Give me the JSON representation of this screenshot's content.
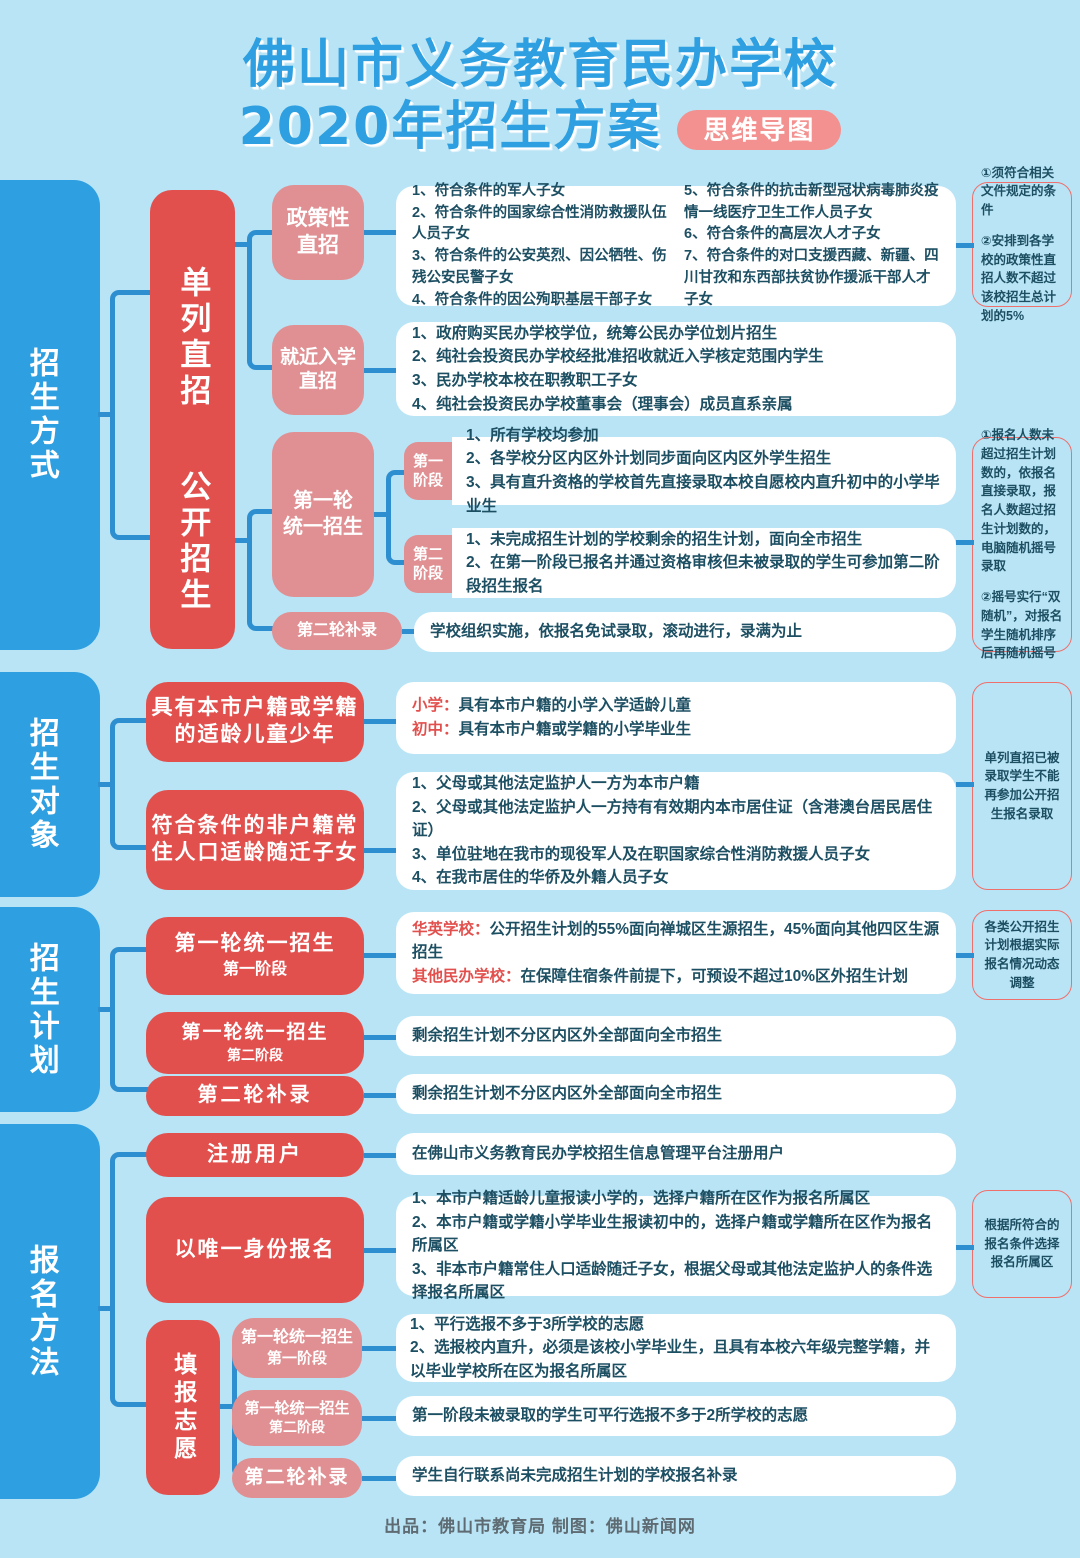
{
  "header": {
    "title_line1": "佛山市义务教育民办学校",
    "title_line2": "2020年招生方案",
    "badge": "思维导图"
  },
  "footer": "出品：佛山市教育局 制图：佛山新闻网",
  "sections": [
    {
      "label": "招生方式",
      "nodes": {
        "danlie": "单列直招",
        "gongkai": "公开招生",
        "zhengce": "政策性\n直招",
        "jiujin": "就近入学\n直招",
        "round1": "第一轮\n统一招生",
        "round2": "第二轮补录",
        "stage1": "第一\n阶段",
        "stage2": "第二\n阶段"
      },
      "cards": {
        "zhengce_left": [
          "1、符合条件的军人子女",
          "2、符合条件的国家综合性消防救援队伍人员子女",
          "3、符合条件的公安英烈、因公牺牲、伤残公安民警子女",
          "4、符合条件的因公殉职基层干部子女"
        ],
        "zhengce_right": [
          "5、符合条件的抗击新型冠状病毒肺炎疫情一线医疗卫生工作人员子女",
          "6、符合条件的高层次人才子女",
          "7、符合条件的对口支援西藏、新疆、四川甘孜和东西部扶贫协作援派干部人才子女"
        ],
        "jiujin": [
          "1、政府购买民办学校学位，统筹公民办学位划片招生",
          "2、纯社会投资民办学校经批准招收就近入学核定范围内学生",
          "3、民办学校本校在职教职工子女",
          "4、纯社会投资民办学校董事会（理事会）成员直系亲属"
        ],
        "stage1": [
          "1、所有学校均参加",
          "2、各学校分区内区外计划同步面向区内区外学生招生",
          "3、具有直升资格的学校首先直接录取本校自愿校内直升初中的小学毕业生"
        ],
        "stage2": [
          "1、未完成招生计划的学校剩余的招生计划，面向全市招生",
          "2、在第一阶段已报名并通过资格审核但未被录取的学生可参加第二阶段招生报名"
        ],
        "round2": [
          "学校组织实施，依报名免试录取，滚动进行，录满为止"
        ]
      },
      "notes": {
        "note1": [
          "①须符合相关文件规定的条件",
          "②安排到各学校的政策性直招人数不超过该校招生总计划的5%"
        ],
        "note2": [
          "①报名人数未超过招生计划数的，依报名直接录取，报名人数超过招生计划数的，电脑随机摇号录取",
          "②摇号实行“双随机”，对报名学生随机排序后再随机摇号"
        ]
      }
    },
    {
      "label": "招生对象",
      "nodes": {
        "n1": "具有本市户籍或学籍\n的适龄儿童少年",
        "n2": "符合条件的非户籍常\n住人口适龄随迁子女"
      },
      "cards": {
        "c1": [
          {
            "accent": "小学：",
            "text": "具有本市户籍的小学入学适龄儿童"
          },
          {
            "accent": "初中：",
            "text": "具有本市户籍或学籍的小学毕业生"
          }
        ],
        "c2": [
          "1、父母或其他法定监护人一方为本市户籍",
          "2、父母或其他法定监护人一方持有有效期内本市居住证（含港澳台居民居住证）",
          "3、单位驻地在我市的现役军人及在职国家综合性消防救援人员子女",
          "4、在我市居住的华侨及外籍人员子女"
        ]
      },
      "notes": {
        "note1": [
          "单列直招已被录取学生不能再参加公开招生报名录取"
        ]
      }
    },
    {
      "label": "招生计划",
      "nodes": {
        "n1_main": "第一轮统一招生",
        "n1_sub": "第一阶段",
        "n2_main": "第一轮统一招生",
        "n2_sub": "第二阶段",
        "n3": "第二轮补录"
      },
      "cards": {
        "c1": [
          {
            "accent": "华英学校：",
            "text": "公开招生计划的55%面向禅城区生源招生，45%面向其他四区生源招生"
          },
          {
            "accent": "其他民办学校：",
            "text": "在保障住宿条件前提下，可预设不超过10%区外招生计划"
          }
        ],
        "c2": [
          "剩余招生计划不分区内区外全部面向全市招生"
        ],
        "c3": [
          "剩余招生计划不分区内区外全部面向全市招生"
        ]
      },
      "notes": {
        "note1": [
          "各类公开招生计划根据实际报名情况动态调整"
        ]
      }
    },
    {
      "label": "报名方法",
      "nodes": {
        "n1": "注册用户",
        "n2": "以唯一身份报名",
        "n3": "填报志愿",
        "s1_main": "第一轮统一招生",
        "s1_sub": "第一阶段",
        "s2_main": "第一轮统一招生",
        "s2_sub": "第二阶段",
        "s3": "第二轮补录"
      },
      "cards": {
        "c1": [
          "在佛山市义务教育民办学校招生信息管理平台注册用户"
        ],
        "c2": [
          "1、本市户籍适龄儿童报读小学的，选择户籍所在区作为报名所属区",
          "2、本市户籍或学籍小学毕业生报读初中的，选择户籍或学籍所在区作为报名所属区",
          "3、非本市户籍常住人口适龄随迁子女，根据父母或其他法定监护人的条件选择报名所属区"
        ],
        "c3": [
          "1、平行选报不多于3所学校的志愿",
          "2、选报校内直升，必须是该校小学毕业生，且具有本校六年级完整学籍，并以毕业学校所在区为报名所属区"
        ],
        "c4": [
          "第一阶段未被录取的学生可平行选报不多于2所学校的志愿"
        ],
        "c5": [
          "学生自行联系尚未完成招生计划的学校报名补录"
        ]
      },
      "notes": {
        "note1": [
          "根据所符合的报名条件选择报名所属区"
        ]
      }
    }
  ],
  "colors": {
    "background": "#b9e4f5",
    "accent_blue": "#2e9fe0",
    "line_blue": "#2e8fd0",
    "red": "#e2504e",
    "pink": "#e08f92",
    "note_border": "#ef6f6c",
    "text": "#1d4f63"
  }
}
